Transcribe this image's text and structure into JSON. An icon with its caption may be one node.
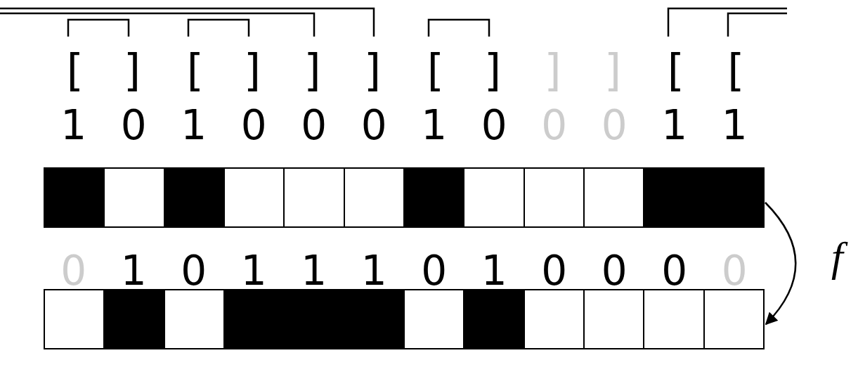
{
  "diagram": {
    "nodes": [
      {
        "text": [],
        "shape": "bar"
      },
      {
        "text": [],
        "shape": "bar"
      }
    ],
    "edges": [
      {
        "from": 0,
        "to": 1,
        "arrow": "to",
        "label": "f"
      }
    ],
    "labels": [
      "[",
      "]",
      "[",
      "]",
      "]",
      "]",
      "[",
      "]",
      "]",
      "]",
      "[",
      "[",
      "1",
      "0",
      "1",
      "0",
      "0",
      "0",
      "1",
      "0",
      "0",
      "0",
      "1",
      "1",
      "0",
      "1",
      "0",
      "1",
      "1",
      "1",
      "0",
      "1",
      "0",
      "0",
      "0",
      "0"
    ]
  }
}
